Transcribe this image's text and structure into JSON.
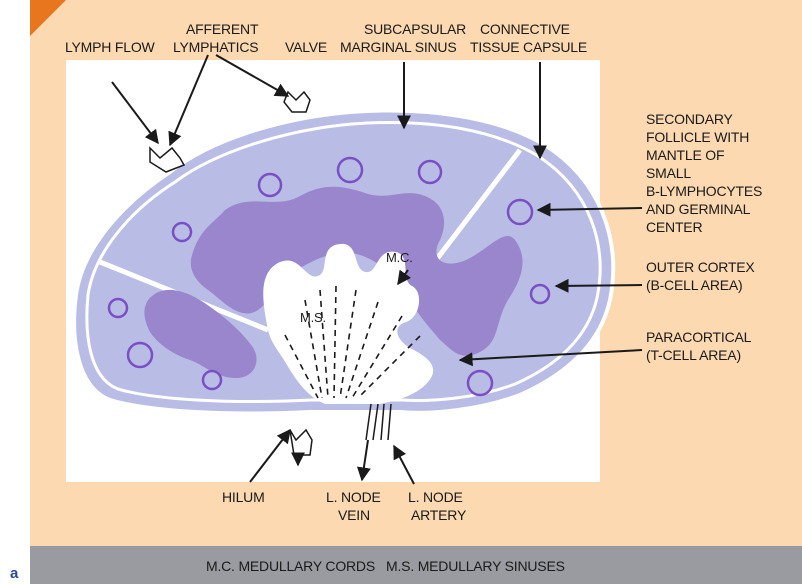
{
  "labels": {
    "lymph_flow": "LYMPH FLOW",
    "afferent_1": "AFFERENT",
    "afferent_2": "LYMPHATICS",
    "valve": "VALVE",
    "subcapsular_1": "SUBCAPSULAR",
    "subcapsular_2": "MARGINAL SINUS",
    "connective_1": "CONNECTIVE",
    "connective_2": "TISSUE CAPSULE",
    "secondary_1": "SECONDARY",
    "secondary_2": "FOLLICLE WITH",
    "secondary_3": "MANTLE OF",
    "secondary_4": "SMALL",
    "secondary_5": "B-LYMPHOCYTES",
    "secondary_6": "AND GERMINAL",
    "secondary_7": "CENTER",
    "outer_cortex_1": "OUTER CORTEX",
    "outer_cortex_2": "(B-CELL AREA)",
    "paracortical_1": "PARACORTICAL",
    "paracortical_2": "(T-CELL AREA)",
    "mc": "M.C.",
    "ms": "M.S.",
    "hilum": "HILUM",
    "vein_1": "L. NODE",
    "vein_2": "VEIN",
    "artery_1": "L. NODE",
    "artery_2": "ARTERY"
  },
  "footer": {
    "text": "M.C. MEDULLARY CORDS   M.S. MEDULLARY SINUSES"
  },
  "panel_letter": "a",
  "colors": {
    "background": "#fcd9b0",
    "cortex": "#b9bde6",
    "paracortex": "#9a86cc",
    "outline": "#ffffff",
    "footer": "#9a9ba0",
    "corner": "#e8761e"
  }
}
